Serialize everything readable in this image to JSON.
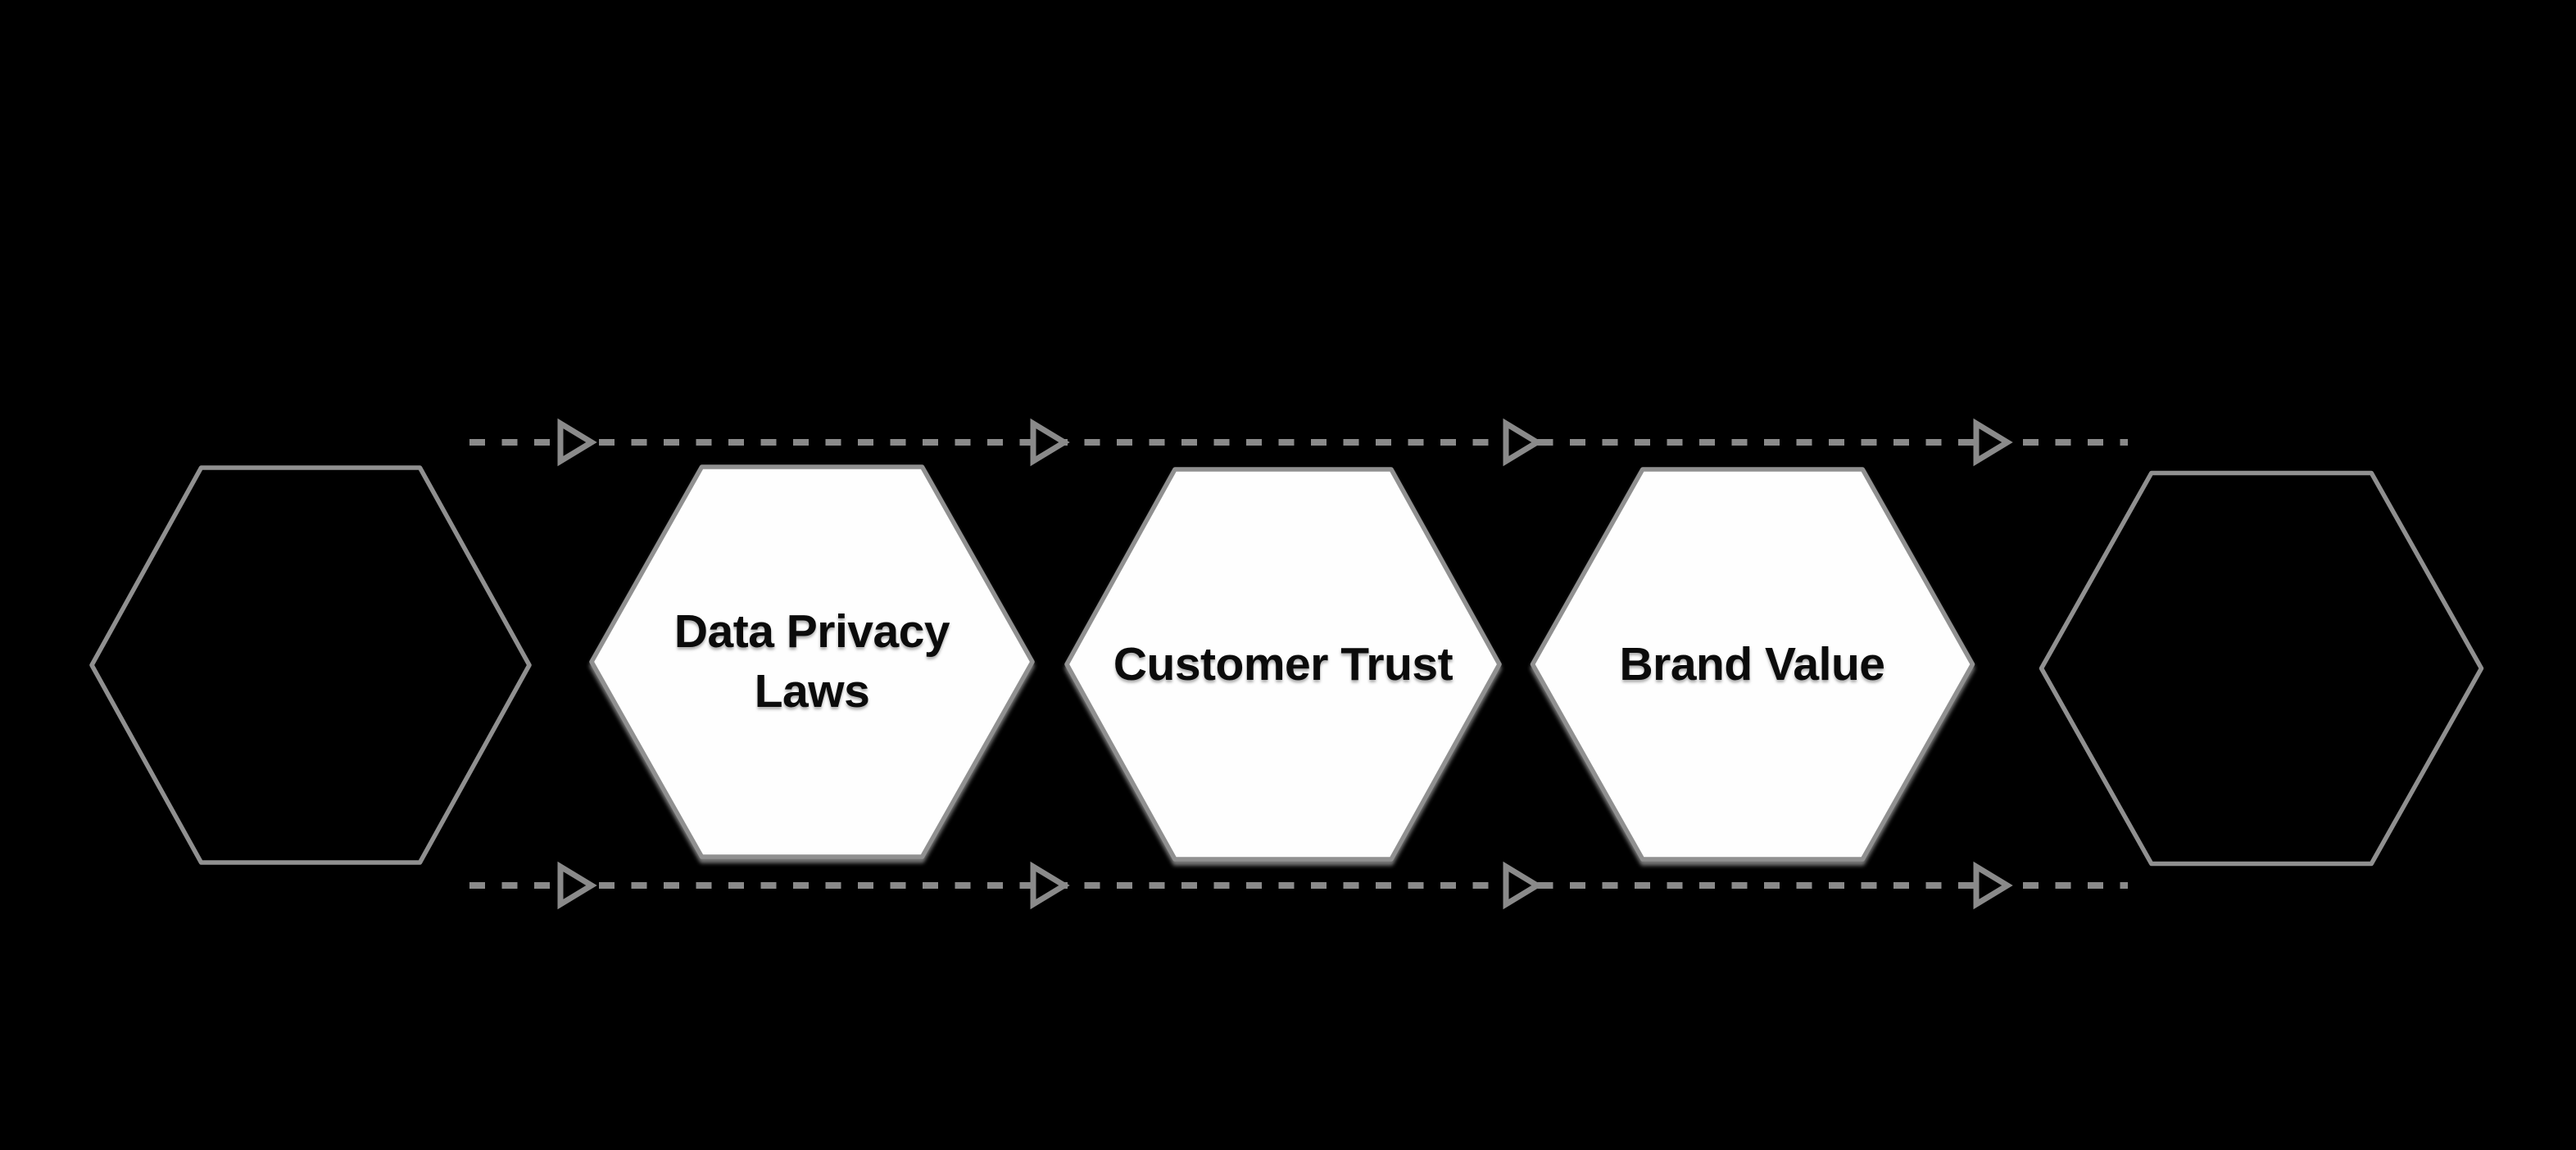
{
  "diagram": {
    "type": "process-flow",
    "background_color": "#000000",
    "connector_color": "#8a8a8a",
    "hex_border_color": "#909090",
    "hex_fill_filled": "#fefefe",
    "hex_fill_outline": "none",
    "label_color": "#0b0b0b",
    "nodes": [
      {
        "id": "start-hexagon",
        "style": "outline",
        "lines": []
      },
      {
        "id": "data-privacy-laws",
        "style": "filled",
        "lines": [
          "Data Privacy",
          "Laws"
        ]
      },
      {
        "id": "customer-trust",
        "style": "filled",
        "lines": [
          "Customer Trust"
        ]
      },
      {
        "id": "brand-value",
        "style": "filled",
        "lines": [
          "Brand Value"
        ]
      },
      {
        "id": "end-hexagon",
        "style": "outline",
        "lines": []
      }
    ],
    "connectors": [
      {
        "id": "top-connector",
        "style": "dashed",
        "direction": "right",
        "arrowheads": 4
      },
      {
        "id": "bottom-connector",
        "style": "dashed",
        "direction": "right",
        "arrowheads": 4
      }
    ]
  }
}
